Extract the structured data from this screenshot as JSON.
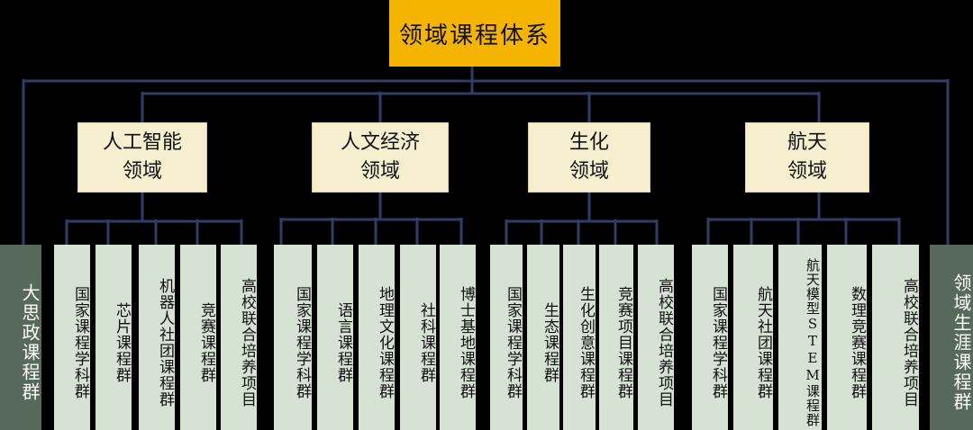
{
  "root": {
    "label": "领域课程体系"
  },
  "sides": {
    "left": {
      "label": "大思政课程群"
    },
    "right": {
      "label": "领域生涯课程群"
    }
  },
  "domains": [
    {
      "label": "人工智能\n领域",
      "leaves": [
        "国家课程学科群",
        "芯片课程群",
        "机器人社团课程群",
        "竞赛课程群",
        "高校联合培养项目"
      ]
    },
    {
      "label": "人文经济\n领域",
      "leaves": [
        "国家课程学科群",
        "语言课程群",
        "地理文化课程群",
        "社科课程群",
        "博士基地课程群"
      ]
    },
    {
      "label": "生化\n领域",
      "leaves": [
        "国家课程学科群",
        "生态课程群",
        "生化创意课程群",
        "竞赛项目课程群",
        "高校联合培养项目"
      ]
    },
    {
      "label": "航天\n领域",
      "leaves": [
        "国家课程学科群",
        "航天社团课程群",
        "航天模型STEM课程群",
        "数理竞赛课程群",
        "高校联合培养项目"
      ]
    }
  ],
  "colors": {
    "root": "#f4b400",
    "domain": "#f5efcf",
    "leaf": "#d6e2d4",
    "side": "#56695a",
    "line": "#2f3e66"
  }
}
